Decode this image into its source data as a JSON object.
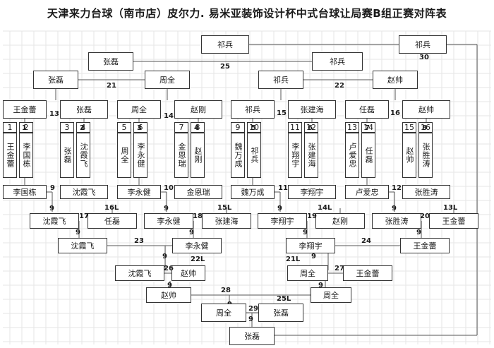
{
  "title": "天津来力台球（南市店）皮尔力. 易米亚装饰设计杯中式台球让局赛B组正赛对阵表",
  "round1": {
    "seeds": [
      "1",
      "2",
      "3",
      "4",
      "5",
      "6",
      "7",
      "8",
      "9",
      "10",
      "11",
      "12",
      "13",
      "14",
      "15",
      "16"
    ],
    "players": [
      "王金蕾",
      "李国栋",
      "张磊",
      "沈霞飞",
      "周全",
      "李永健",
      "金恩瑞",
      "赵刚",
      "魏万成",
      "祁兵",
      "李翔宇",
      "张建海",
      "卢爱忠",
      "任磊",
      "赵帅",
      "张胜涛"
    ],
    "match_numbers": [
      "1",
      "2",
      "3",
      "4",
      "5",
      "6",
      "7",
      "8"
    ]
  },
  "winners": {
    "r2": [
      {
        "a": "王金蕾",
        "b": "张磊",
        "num": "13"
      },
      {
        "a": "周全",
        "b": "赵刚",
        "num": "14"
      },
      {
        "a": "祁兵",
        "b": "张建海",
        "num": "15"
      },
      {
        "a": "任磊",
        "b": "赵帅",
        "num": "16"
      }
    ],
    "r3_num": [
      "21",
      "22"
    ],
    "r3": [
      [
        "张磊",
        "周全"
      ],
      [
        "祁兵",
        "赵帅"
      ]
    ],
    "r4": {
      "a": "张磊",
      "b": "祁兵",
      "num": "25"
    },
    "champion_side": {
      "name": "祁兵",
      "num": "30"
    }
  },
  "losers": {
    "r1": [
      {
        "a": "李国栋",
        "b": "沈霞飞",
        "num": "9"
      },
      {
        "a": "李永健",
        "b": "金恩瑞",
        "num": "10"
      },
      {
        "a": "魏万成",
        "b": "李翔宇",
        "num": "11"
      },
      {
        "a": "卢爱忠",
        "b": "张胜涛",
        "num": "12"
      }
    ],
    "r1_win": [
      "9",
      "9",
      "9",
      "9"
    ],
    "r2": [
      {
        "a": "沈霞飞",
        "b": "任磊",
        "num": "17",
        "drop": "16L"
      },
      {
        "a": "李永健",
        "b": "张建海",
        "num": "18",
        "drop": "15L"
      },
      {
        "a": "李翔宇",
        "b": "赵刚",
        "num": "19",
        "drop": "14L"
      },
      {
        "a": "张胜涛",
        "b": "王金蕾",
        "num": "20",
        "drop": "13L"
      }
    ],
    "r2_win": [
      "9",
      "9",
      "9",
      "9"
    ],
    "r3": [
      {
        "a": "沈霞飞",
        "b": "李永健",
        "num": "23"
      },
      {
        "a": "李翔宇",
        "b": "王金蕾",
        "num": "24"
      }
    ],
    "r3_win": [
      "9",
      "9"
    ],
    "r4": [
      {
        "a": "沈霞飞",
        "b": "赵帅",
        "num": "26",
        "drop": "22L"
      },
      {
        "a": "周全",
        "b": "王金蕾",
        "num": "27",
        "drop": "21L"
      }
    ],
    "r4_win": [
      "9",
      "9"
    ],
    "r5": {
      "a": "赵帅",
      "b": "周全",
      "num": "28",
      "drop": "25L"
    },
    "r5_win": "9",
    "r6": {
      "a": "周全",
      "b": "张磊",
      "num": "29"
    },
    "r6_win": "9",
    "final": "张磊"
  }
}
